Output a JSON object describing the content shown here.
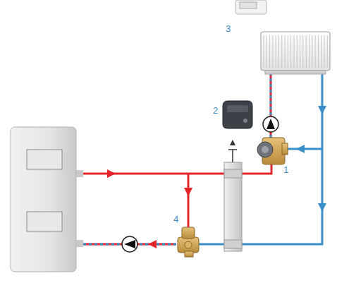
{
  "diagram": {
    "labels": [
      "3",
      "2",
      "1",
      "4"
    ]
  }
}
